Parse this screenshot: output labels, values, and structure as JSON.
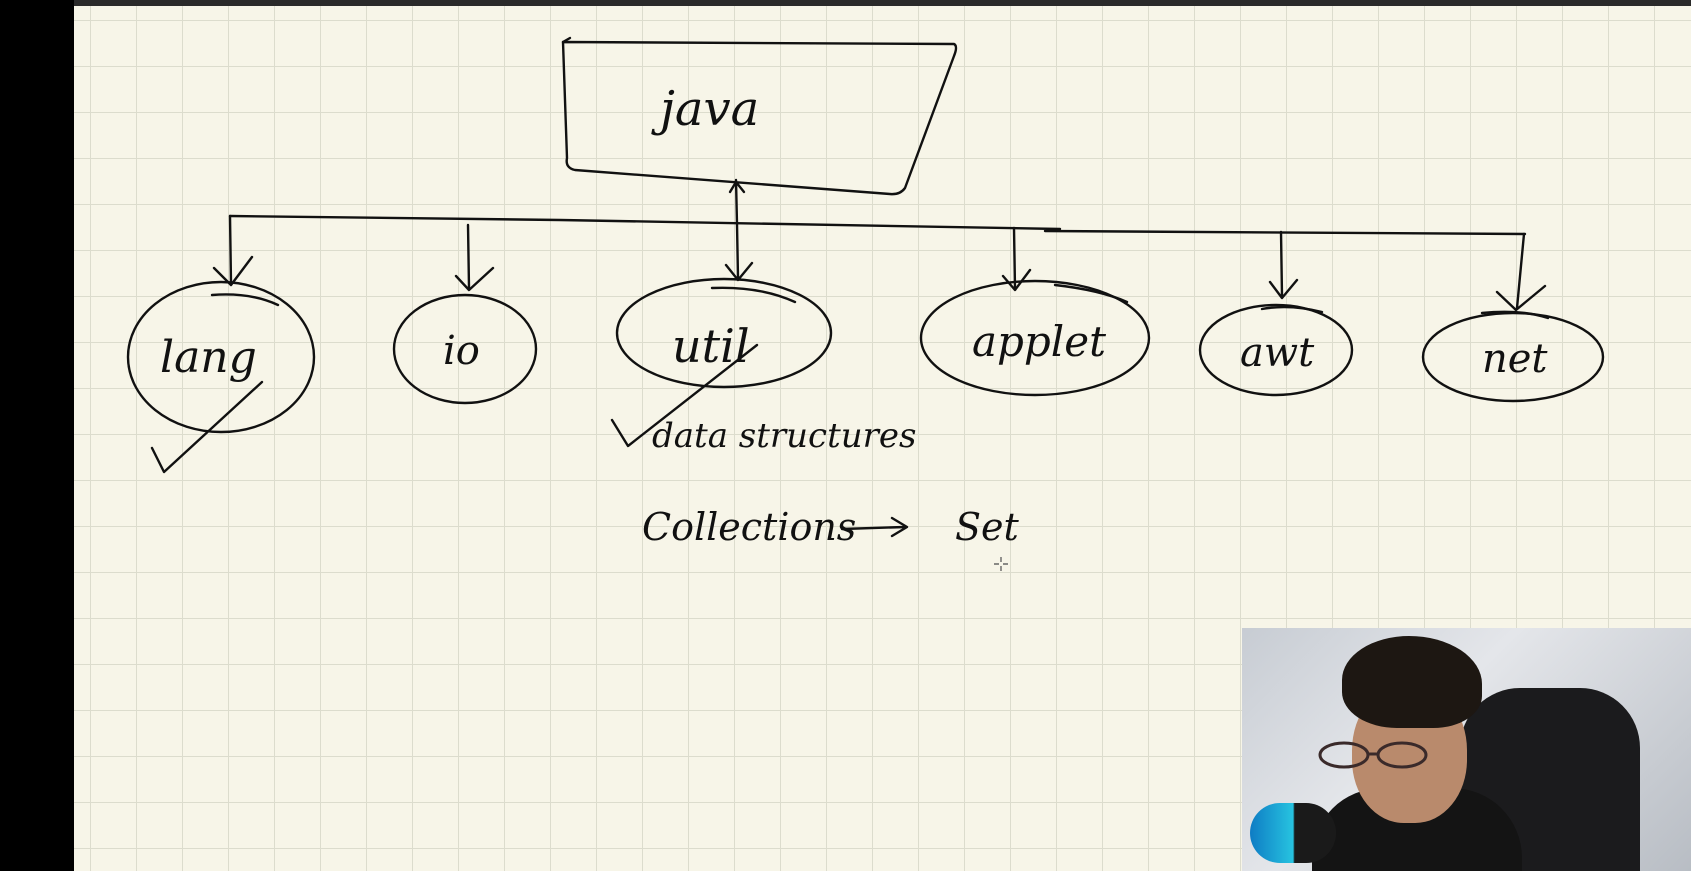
{
  "diagram": {
    "root": "java",
    "packages": [
      "lang",
      "io",
      "util",
      "applet",
      "awt",
      "net"
    ],
    "notes": {
      "util_note": "data structures",
      "collections": "Collections",
      "collections_target": "Set"
    }
  },
  "colors": {
    "paper": "#f7f5e8",
    "grid": "#dcdccd",
    "ink": "#111111"
  },
  "icons": {
    "cursor": "crosshair-cursor-icon"
  }
}
